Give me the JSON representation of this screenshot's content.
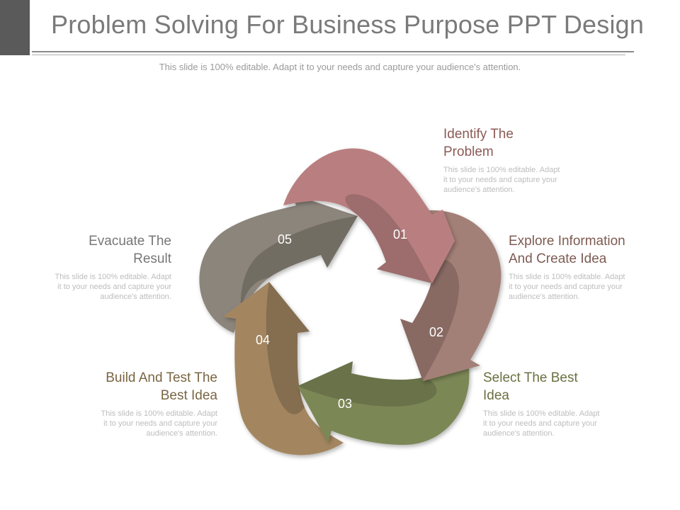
{
  "header": {
    "title": "Problem Solving For Business Purpose PPT Design",
    "subtitle": "This slide is 100% editable. Adapt it to your needs and capture your audience's attention."
  },
  "colors": {
    "step1": "#b97f80",
    "step2": "#a38077",
    "step3": "#7c8757",
    "step4": "#a38661",
    "step5": "#8c857b",
    "title_step1": "#8c5a55",
    "title_step2": "#7e5b52",
    "title_step3": "#6b7040",
    "title_step4": "#7a6543",
    "title_step5": "#777777"
  },
  "steps": [
    {
      "number": "01",
      "title_line1": "Identify The",
      "title_line2": "Problem",
      "desc_line1": "This slide is 100% editable. Adapt",
      "desc_line2": "it to your needs and capture your",
      "desc_line3": "audience's attention."
    },
    {
      "number": "02",
      "title_line1": "Explore Information",
      "title_line2": "And Create Idea",
      "desc_line1": "This slide is 100% editable. Adapt",
      "desc_line2": "it to your needs and capture your",
      "desc_line3": "audience's attention."
    },
    {
      "number": "03",
      "title_line1": "Select The Best",
      "title_line2": "Idea",
      "desc_line1": "This slide is 100% editable. Adapt",
      "desc_line2": "it to your needs and capture your",
      "desc_line3": "audience's attention."
    },
    {
      "number": "04",
      "title_line1": "Build And Test The",
      "title_line2": "Best Idea",
      "desc_line1": "This slide is 100% editable. Adapt",
      "desc_line2": "it to your needs and capture your",
      "desc_line3": "audience's attention."
    },
    {
      "number": "05",
      "title_line1": "Evacuate The",
      "title_line2": "Result",
      "desc_line1": "This slide is 100% editable. Adapt",
      "desc_line2": "it to your needs and capture your",
      "desc_line3": "audience's attention."
    }
  ]
}
